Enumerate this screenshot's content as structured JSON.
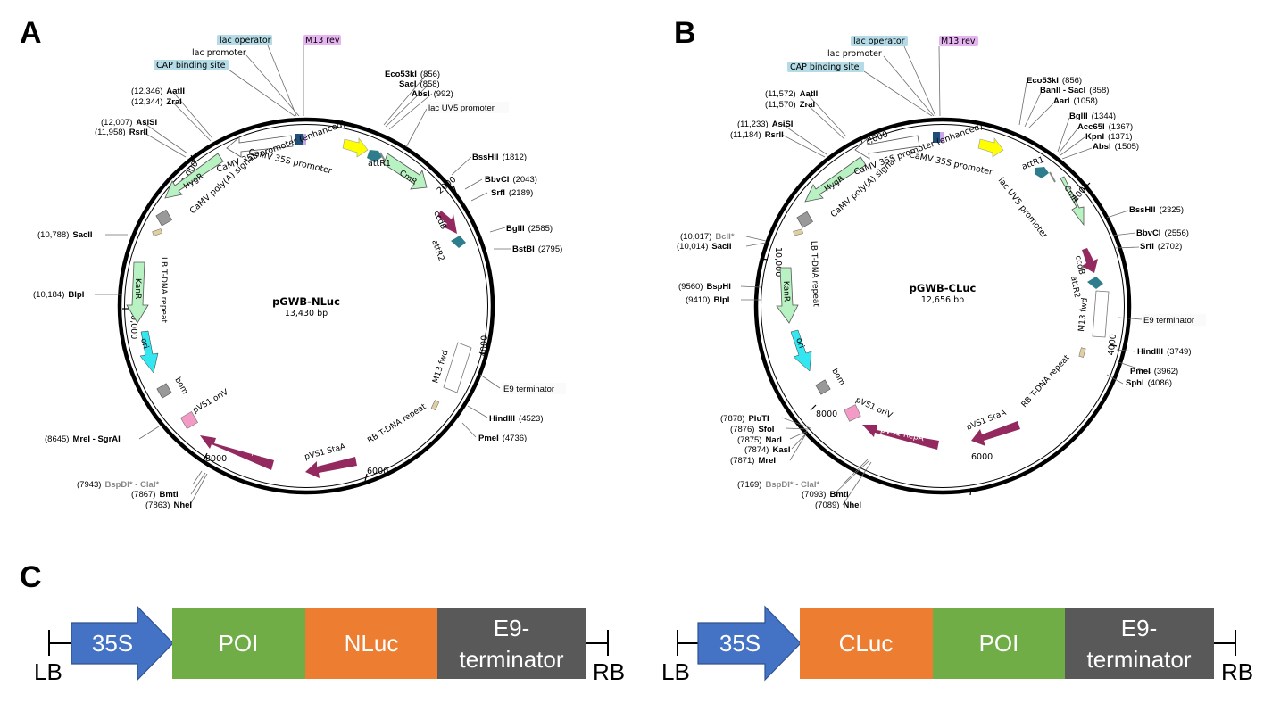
{
  "panels": {
    "A": {
      "letter": "A",
      "name": "pGWB-NLuc",
      "size": "13,430 bp",
      "ticks": [
        "2000",
        "4000",
        "6000",
        "8000",
        "10,000",
        "12,000"
      ],
      "tags": [
        "lac operator",
        "lac promoter",
        "CAP binding site",
        "M13 rev"
      ],
      "sites": [
        {
          "pos": "(856)",
          "name": "Eco53kI"
        },
        {
          "pos": "(858)",
          "name": "SacI"
        },
        {
          "pos": "(992)",
          "name": "AbsI"
        },
        {
          "pos": "",
          "name": "lac UV5 promoter"
        },
        {
          "pos": "(1812)",
          "name": "BssHII"
        },
        {
          "pos": "(2043)",
          "name": "BbvCI"
        },
        {
          "pos": "(2189)",
          "name": "SrfI"
        },
        {
          "pos": "(2585)",
          "name": "BglII"
        },
        {
          "pos": "(2795)",
          "name": "BstBI"
        },
        {
          "pos": "",
          "name": "E9 terminator"
        },
        {
          "pos": "(4523)",
          "name": "HindIII"
        },
        {
          "pos": "(4736)",
          "name": "PmeI"
        },
        {
          "pos": "(8645)",
          "name": "MreI - SgrAI"
        },
        {
          "pos": "(7943)",
          "name": "BspDI* - ClaI*"
        },
        {
          "pos": "(7867)",
          "name": "BmtI"
        },
        {
          "pos": "(7863)",
          "name": "NheI"
        },
        {
          "pos": "(10,184)",
          "name": "BlpI"
        },
        {
          "pos": "(10,788)",
          "name": "SacII"
        },
        {
          "pos": "(12,007)",
          "name": "AsiSI"
        },
        {
          "pos": "(11,958)",
          "name": "RsrII"
        },
        {
          "pos": "(12,346)",
          "name": "AatII"
        },
        {
          "pos": "(12,344)",
          "name": "ZraI"
        }
      ],
      "features": {
        "camv35s_enh": "CaMV 35S promoter (enhanced)",
        "camv_polya": "CaMV poly(A) signal",
        "camv35s": "CaMV 35S promoter",
        "attR1": "attR1",
        "cmR": "CmR",
        "hygR": "HygR",
        "ccdB": "ccdB",
        "attR2": "attR2",
        "lb": "LB T-DNA repeat",
        "kanR": "KanR",
        "ori": "ori",
        "bom": "bom",
        "pvs1_oriv": "pVS1 oriV",
        "pvs1_repa": "pVS1 RepA",
        "pvs1_staa": "pVS1 StaA",
        "rb": "RB T-DNA repeat",
        "m13fwd": "M13 fwd"
      }
    },
    "B": {
      "letter": "B",
      "name": "pGWB-CLuc",
      "size": "12,656 bp",
      "ticks": [
        "2000",
        "4000",
        "6000",
        "8000",
        "10,000",
        "12,000"
      ],
      "tags": [
        "lac operator",
        "lac promoter",
        "CAP binding site",
        "M13 rev"
      ],
      "sites": [
        {
          "pos": "(856)",
          "name": "Eco53kI"
        },
        {
          "pos": "(858)",
          "name": "BanII - SacI"
        },
        {
          "pos": "(1058)",
          "name": "AarI"
        },
        {
          "pos": "(1344)",
          "name": "BglII"
        },
        {
          "pos": "(1367)",
          "name": "Acc65I"
        },
        {
          "pos": "(1371)",
          "name": "KpnI"
        },
        {
          "pos": "(1505)",
          "name": "AbsI"
        },
        {
          "pos": "(2325)",
          "name": "BssHII"
        },
        {
          "pos": "(2556)",
          "name": "BbvCI"
        },
        {
          "pos": "(2702)",
          "name": "SrfI"
        },
        {
          "pos": "",
          "name": "E9 terminator"
        },
        {
          "pos": "(3749)",
          "name": "HindIII"
        },
        {
          "pos": "(3962)",
          "name": "PmeI"
        },
        {
          "pos": "(4086)",
          "name": "SphI"
        },
        {
          "pos": "(7878)",
          "name": "PluTI"
        },
        {
          "pos": "(7876)",
          "name": "SfoI"
        },
        {
          "pos": "(7875)",
          "name": "NarI"
        },
        {
          "pos": "(7874)",
          "name": "KasI"
        },
        {
          "pos": "(7871)",
          "name": "MreI"
        },
        {
          "pos": "(7169)",
          "name": "BspDI* - ClaI*"
        },
        {
          "pos": "(7093)",
          "name": "BmtI"
        },
        {
          "pos": "(7089)",
          "name": "NheI"
        },
        {
          "pos": "(9560)",
          "name": "BspHI"
        },
        {
          "pos": "(9410)",
          "name": "BlpI"
        },
        {
          "pos": "(10,017)",
          "name": "BclI*"
        },
        {
          "pos": "(10,014)",
          "name": "SacII"
        },
        {
          "pos": "(11,233)",
          "name": "AsiSI"
        },
        {
          "pos": "(11,184)",
          "name": "RsrII"
        },
        {
          "pos": "(11,572)",
          "name": "AatII"
        },
        {
          "pos": "(11,570)",
          "name": "ZraI"
        }
      ],
      "features": {
        "camv35s_enh": "CaMV 35S promoter (enhanced)",
        "camv_polya": "CaMV poly(A) signal",
        "camv35s": "CaMV 35S promoter",
        "attR1": "attR1",
        "lacuv5": "lac UV5 promoter",
        "cmR": "CmR",
        "hygR": "HygR",
        "ccdB": "ccdB",
        "attR2": "attR2",
        "m13fwd": "M13 fwd",
        "lb": "LB T-DNA repeat",
        "kanR": "KanR",
        "ori": "ori",
        "bom": "bom",
        "pvs1_oriv": "pVS1 oriV",
        "pvs1_repa": "pVS1 RepA",
        "pvs1_staa": "pVS1 StaA",
        "rb": "RB T-DNA repeat"
      }
    }
  },
  "constructs": {
    "letter": "C",
    "left": {
      "lb": "LB",
      "rb": "RB",
      "promoter": "35S",
      "blocks": [
        "POI",
        "NLuc",
        "E9-",
        "terminator"
      ]
    },
    "right": {
      "lb": "LB",
      "rb": "RB",
      "promoter": "35S",
      "blocks": [
        "CLuc",
        "POI",
        "E9-",
        "terminator"
      ]
    }
  },
  "colors": {
    "promoter_blue": "#4472c4",
    "poi_green": "#70ad47",
    "luc_orange": "#ed7d31",
    "terminator_gray": "#595959",
    "tag_blue": "#b4dbe6",
    "tag_purple": "#e6b4f0",
    "hyg_green": "#b8f2c2",
    "cyan_ori": "#33e6f0",
    "maroon": "#93295e",
    "pink": "#f49ac6",
    "yellow": "#ffff00",
    "teal": "#2e7d8c"
  }
}
